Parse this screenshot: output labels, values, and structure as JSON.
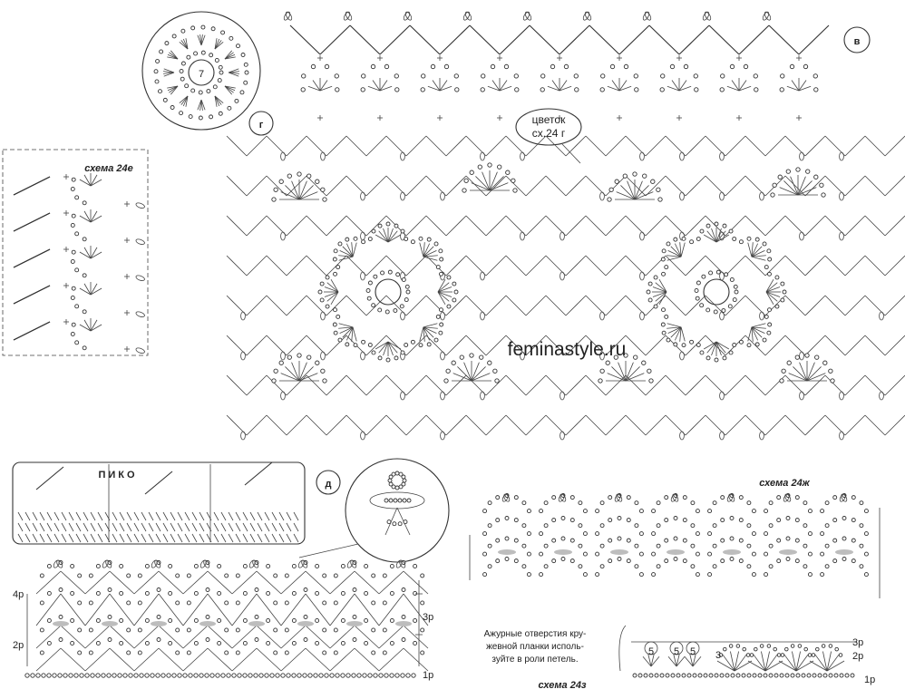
{
  "labels": {
    "scheme_v": "в",
    "scheme_g": "г",
    "scheme_d": "д",
    "flower_line1": "цветок",
    "flower_line2": "сх.24 г",
    "scheme_24e": "схема 24е",
    "scheme_24zh": "схема 24ж",
    "scheme_24z": "схема 24з",
    "piko": "ПИКО",
    "watermark": "feminastyle.ru",
    "note_line1": "Ажурные отверстия кру-",
    "note_line2": "жевной планки исполь-",
    "note_line3": "зуйте в роли петель.",
    "center_num": "7",
    "row_1p": "1р",
    "row_2p": "2р",
    "row_3p": "3р",
    "row_4p": "4р",
    "num_5": "5",
    "num_3": "3"
  },
  "colors": {
    "line": "#333333",
    "highlight": "#bdbdbd",
    "background": "#ffffff"
  }
}
